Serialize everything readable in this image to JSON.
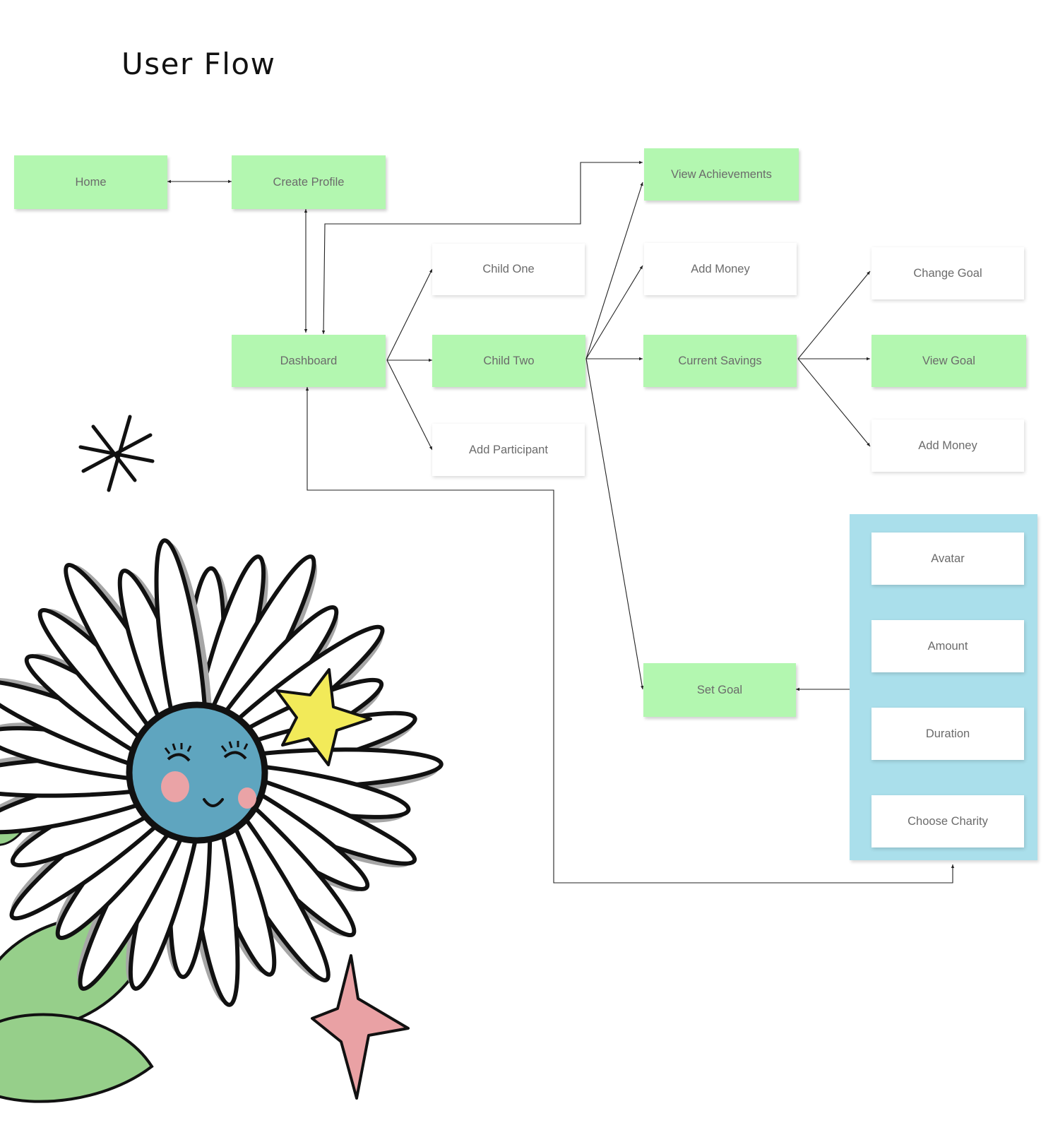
{
  "title": "User Flow",
  "colors": {
    "screen_node": "#b3f7b0",
    "option_node": "#ffffff",
    "goal_settings_group": "#aadfeb",
    "connector": "#222222"
  },
  "nodes": {
    "home": "Home",
    "create_profile": "Create Profile",
    "dashboard": "Dashboard",
    "child_one": "Child One",
    "child_two": "Child Two",
    "add_participant": "Add Participant",
    "view_achievements": "View Achievements",
    "add_money_child": "Add Money",
    "current_savings": "Current Savings",
    "set_goal": "Set Goal",
    "change_goal": "Change Goal",
    "view_goal": "View Goal",
    "add_money_savings": "Add Money"
  },
  "goal_settings": [
    "Avatar",
    "Amount",
    "Duration",
    "Choose Charity"
  ],
  "illustration": {
    "subject": "smiling daisy flower with blue face",
    "decorations": [
      "yellow-star",
      "pink-star",
      "black-asterisk",
      "green-leaves"
    ]
  }
}
